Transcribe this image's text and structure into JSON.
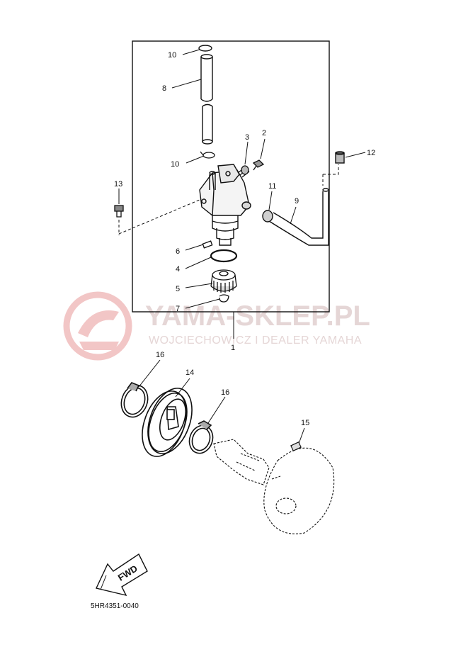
{
  "watermark": {
    "title": "YAMA-SKLEP.PL",
    "subtitle": "WOJCIECHOWICZ I DEALER YAMAHA"
  },
  "direction_badge": "FWD",
  "diagram_code": "5HR4351-0040",
  "callouts": [
    {
      "id": "c10a",
      "text": "10"
    },
    {
      "id": "c8",
      "text": "8"
    },
    {
      "id": "c3",
      "text": "3"
    },
    {
      "id": "c2",
      "text": "2"
    },
    {
      "id": "c10b",
      "text": "10"
    },
    {
      "id": "c12",
      "text": "12"
    },
    {
      "id": "c13",
      "text": "13"
    },
    {
      "id": "c11",
      "text": "11"
    },
    {
      "id": "c9",
      "text": "9"
    },
    {
      "id": "c6",
      "text": "6"
    },
    {
      "id": "c4",
      "text": "4"
    },
    {
      "id": "c5",
      "text": "5"
    },
    {
      "id": "c7",
      "text": "7"
    },
    {
      "id": "c1",
      "text": "1"
    },
    {
      "id": "c16a",
      "text": "16"
    },
    {
      "id": "c14",
      "text": "14"
    },
    {
      "id": "c16b",
      "text": "16"
    },
    {
      "id": "c15",
      "text": "15"
    }
  ]
}
